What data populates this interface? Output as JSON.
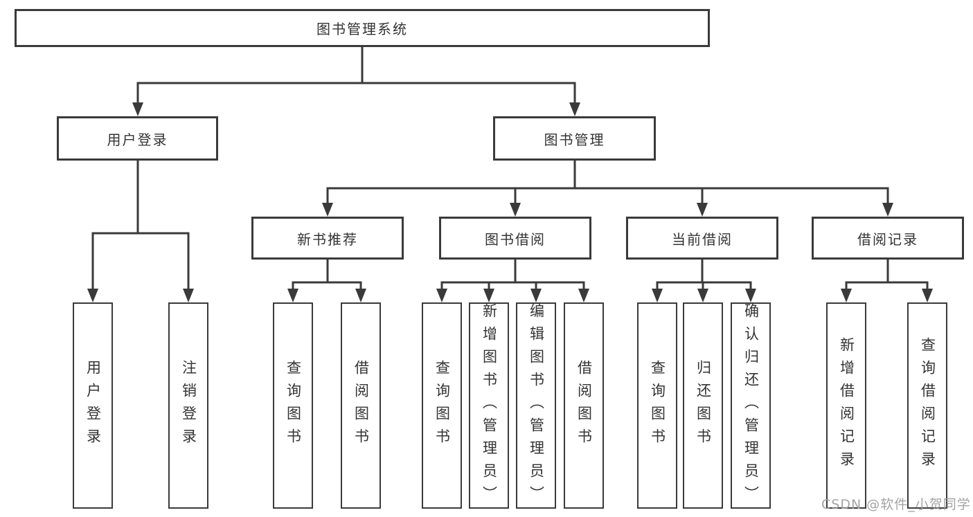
{
  "colors": {
    "line": "#3a3a3a",
    "box_border": "#3a3a3a",
    "text": "#333333",
    "background": "#ffffff",
    "watermark": "#9e9e9e"
  },
  "tree": {
    "label": "图书管理系统",
    "children": [
      {
        "label": "用户登录",
        "children": [
          {
            "label": "用户登录"
          },
          {
            "label": "注销登录"
          }
        ]
      },
      {
        "label": "图书管理",
        "children": [
          {
            "label": "新书推荐",
            "children": [
              {
                "label": "查询图书"
              },
              {
                "label": "借阅图书"
              }
            ]
          },
          {
            "label": "图书借阅",
            "children": [
              {
                "label": "查询图书"
              },
              {
                "label": "新增图书（管理员）"
              },
              {
                "label": "编辑图书（管理员）"
              },
              {
                "label": "借阅图书"
              }
            ]
          },
          {
            "label": "当前借阅",
            "children": [
              {
                "label": "查询图书"
              },
              {
                "label": "归还图书"
              },
              {
                "label": "确认归还（管理员）"
              }
            ]
          },
          {
            "label": "借阅记录",
            "children": [
              {
                "label": "新增借阅记录"
              },
              {
                "label": "查询借阅记录"
              }
            ]
          }
        ]
      }
    ]
  },
  "watermark": {
    "text": "CSDN @软件_小贺同学"
  }
}
